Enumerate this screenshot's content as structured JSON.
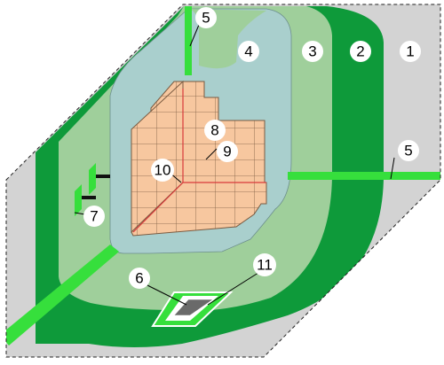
{
  "colors": {
    "ground": "#d3d3d3",
    "zone_dark": "#0e9a3a",
    "zone_light": "#9fcf9b",
    "water": "#a9cfcd",
    "pipe": "#36df3c",
    "tile_fill": "#f7c79f",
    "tile_line": "#7a5a40",
    "tile_red": "#d83a3a",
    "border": "#202020"
  },
  "callouts": [
    {
      "id": "1",
      "label": "1"
    },
    {
      "id": "2",
      "label": "2"
    },
    {
      "id": "3",
      "label": "3"
    },
    {
      "id": "4",
      "label": "4"
    },
    {
      "id": "5a",
      "label": "5"
    },
    {
      "id": "5b",
      "label": "5"
    },
    {
      "id": "6",
      "label": "6"
    },
    {
      "id": "7",
      "label": "7"
    },
    {
      "id": "8",
      "label": "8"
    },
    {
      "id": "9",
      "label": "9"
    },
    {
      "id": "10",
      "label": "10"
    },
    {
      "id": "11",
      "label": "11"
    }
  ]
}
